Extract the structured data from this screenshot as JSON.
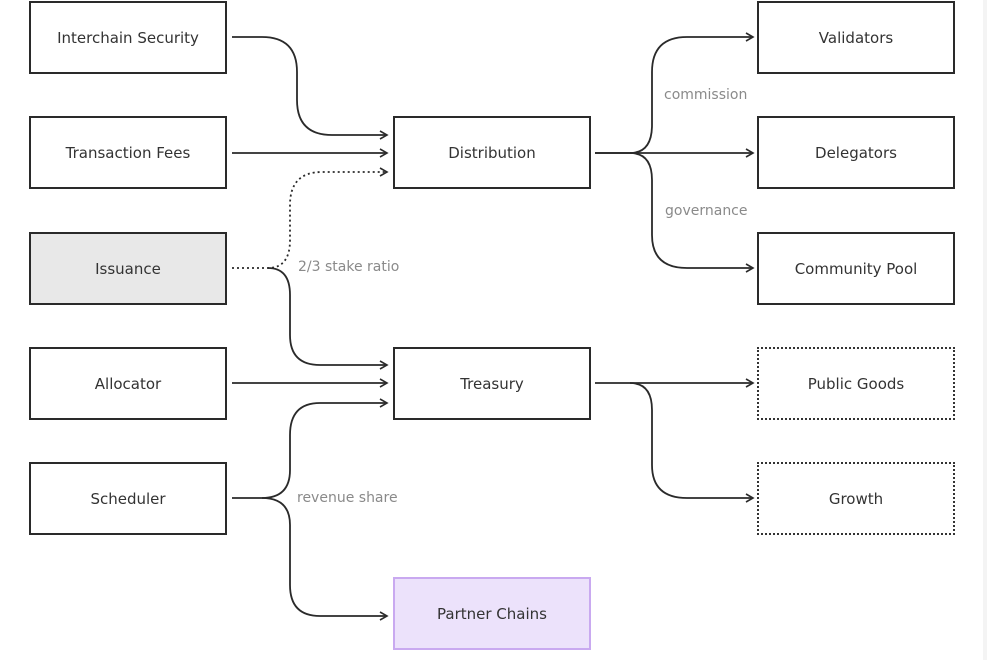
{
  "diagram": {
    "nodes": {
      "interchain_security": "Interchain Security",
      "transaction_fees": "Transaction Fees",
      "issuance": "Issuance",
      "allocator": "Allocator",
      "scheduler": "Scheduler",
      "distribution": "Distribution",
      "treasury": "Treasury",
      "partner_chains": "Partner Chains",
      "validators": "Validators",
      "delegators": "Delegators",
      "community_pool": "Community Pool",
      "public_goods": "Public Goods",
      "growth": "Growth"
    },
    "edge_labels": {
      "stake_ratio": "2/3 stake ratio",
      "revenue_share": "revenue share",
      "commission": "commission",
      "governance": "governance"
    },
    "edges": [
      {
        "from": "Interchain Security",
        "to": "Distribution",
        "style": "solid"
      },
      {
        "from": "Transaction Fees",
        "to": "Distribution",
        "style": "solid"
      },
      {
        "from": "Issuance",
        "to": "Distribution",
        "style": "dotted",
        "label": "2/3 stake ratio"
      },
      {
        "from": "Issuance",
        "to": "Treasury",
        "style": "solid"
      },
      {
        "from": "Allocator",
        "to": "Treasury",
        "style": "solid"
      },
      {
        "from": "Scheduler",
        "to": "Treasury",
        "style": "solid",
        "label": "revenue share"
      },
      {
        "from": "Scheduler",
        "to": "Partner Chains",
        "style": "solid"
      },
      {
        "from": "Distribution",
        "to": "Validators",
        "style": "solid",
        "label": "commission"
      },
      {
        "from": "Distribution",
        "to": "Delegators",
        "style": "solid"
      },
      {
        "from": "Distribution",
        "to": "Community Pool",
        "style": "solid",
        "label": "governance"
      },
      {
        "from": "Treasury",
        "to": "Public Goods",
        "style": "solid"
      },
      {
        "from": "Treasury",
        "to": "Growth",
        "style": "solid"
      }
    ],
    "colors": {
      "stroke": "#2a2a2a",
      "highlight_fill": "#e8e8e8",
      "partner_fill": "#ece2fb",
      "partner_border": "#c9a9f0",
      "label_text": "#8a8a8a"
    }
  }
}
